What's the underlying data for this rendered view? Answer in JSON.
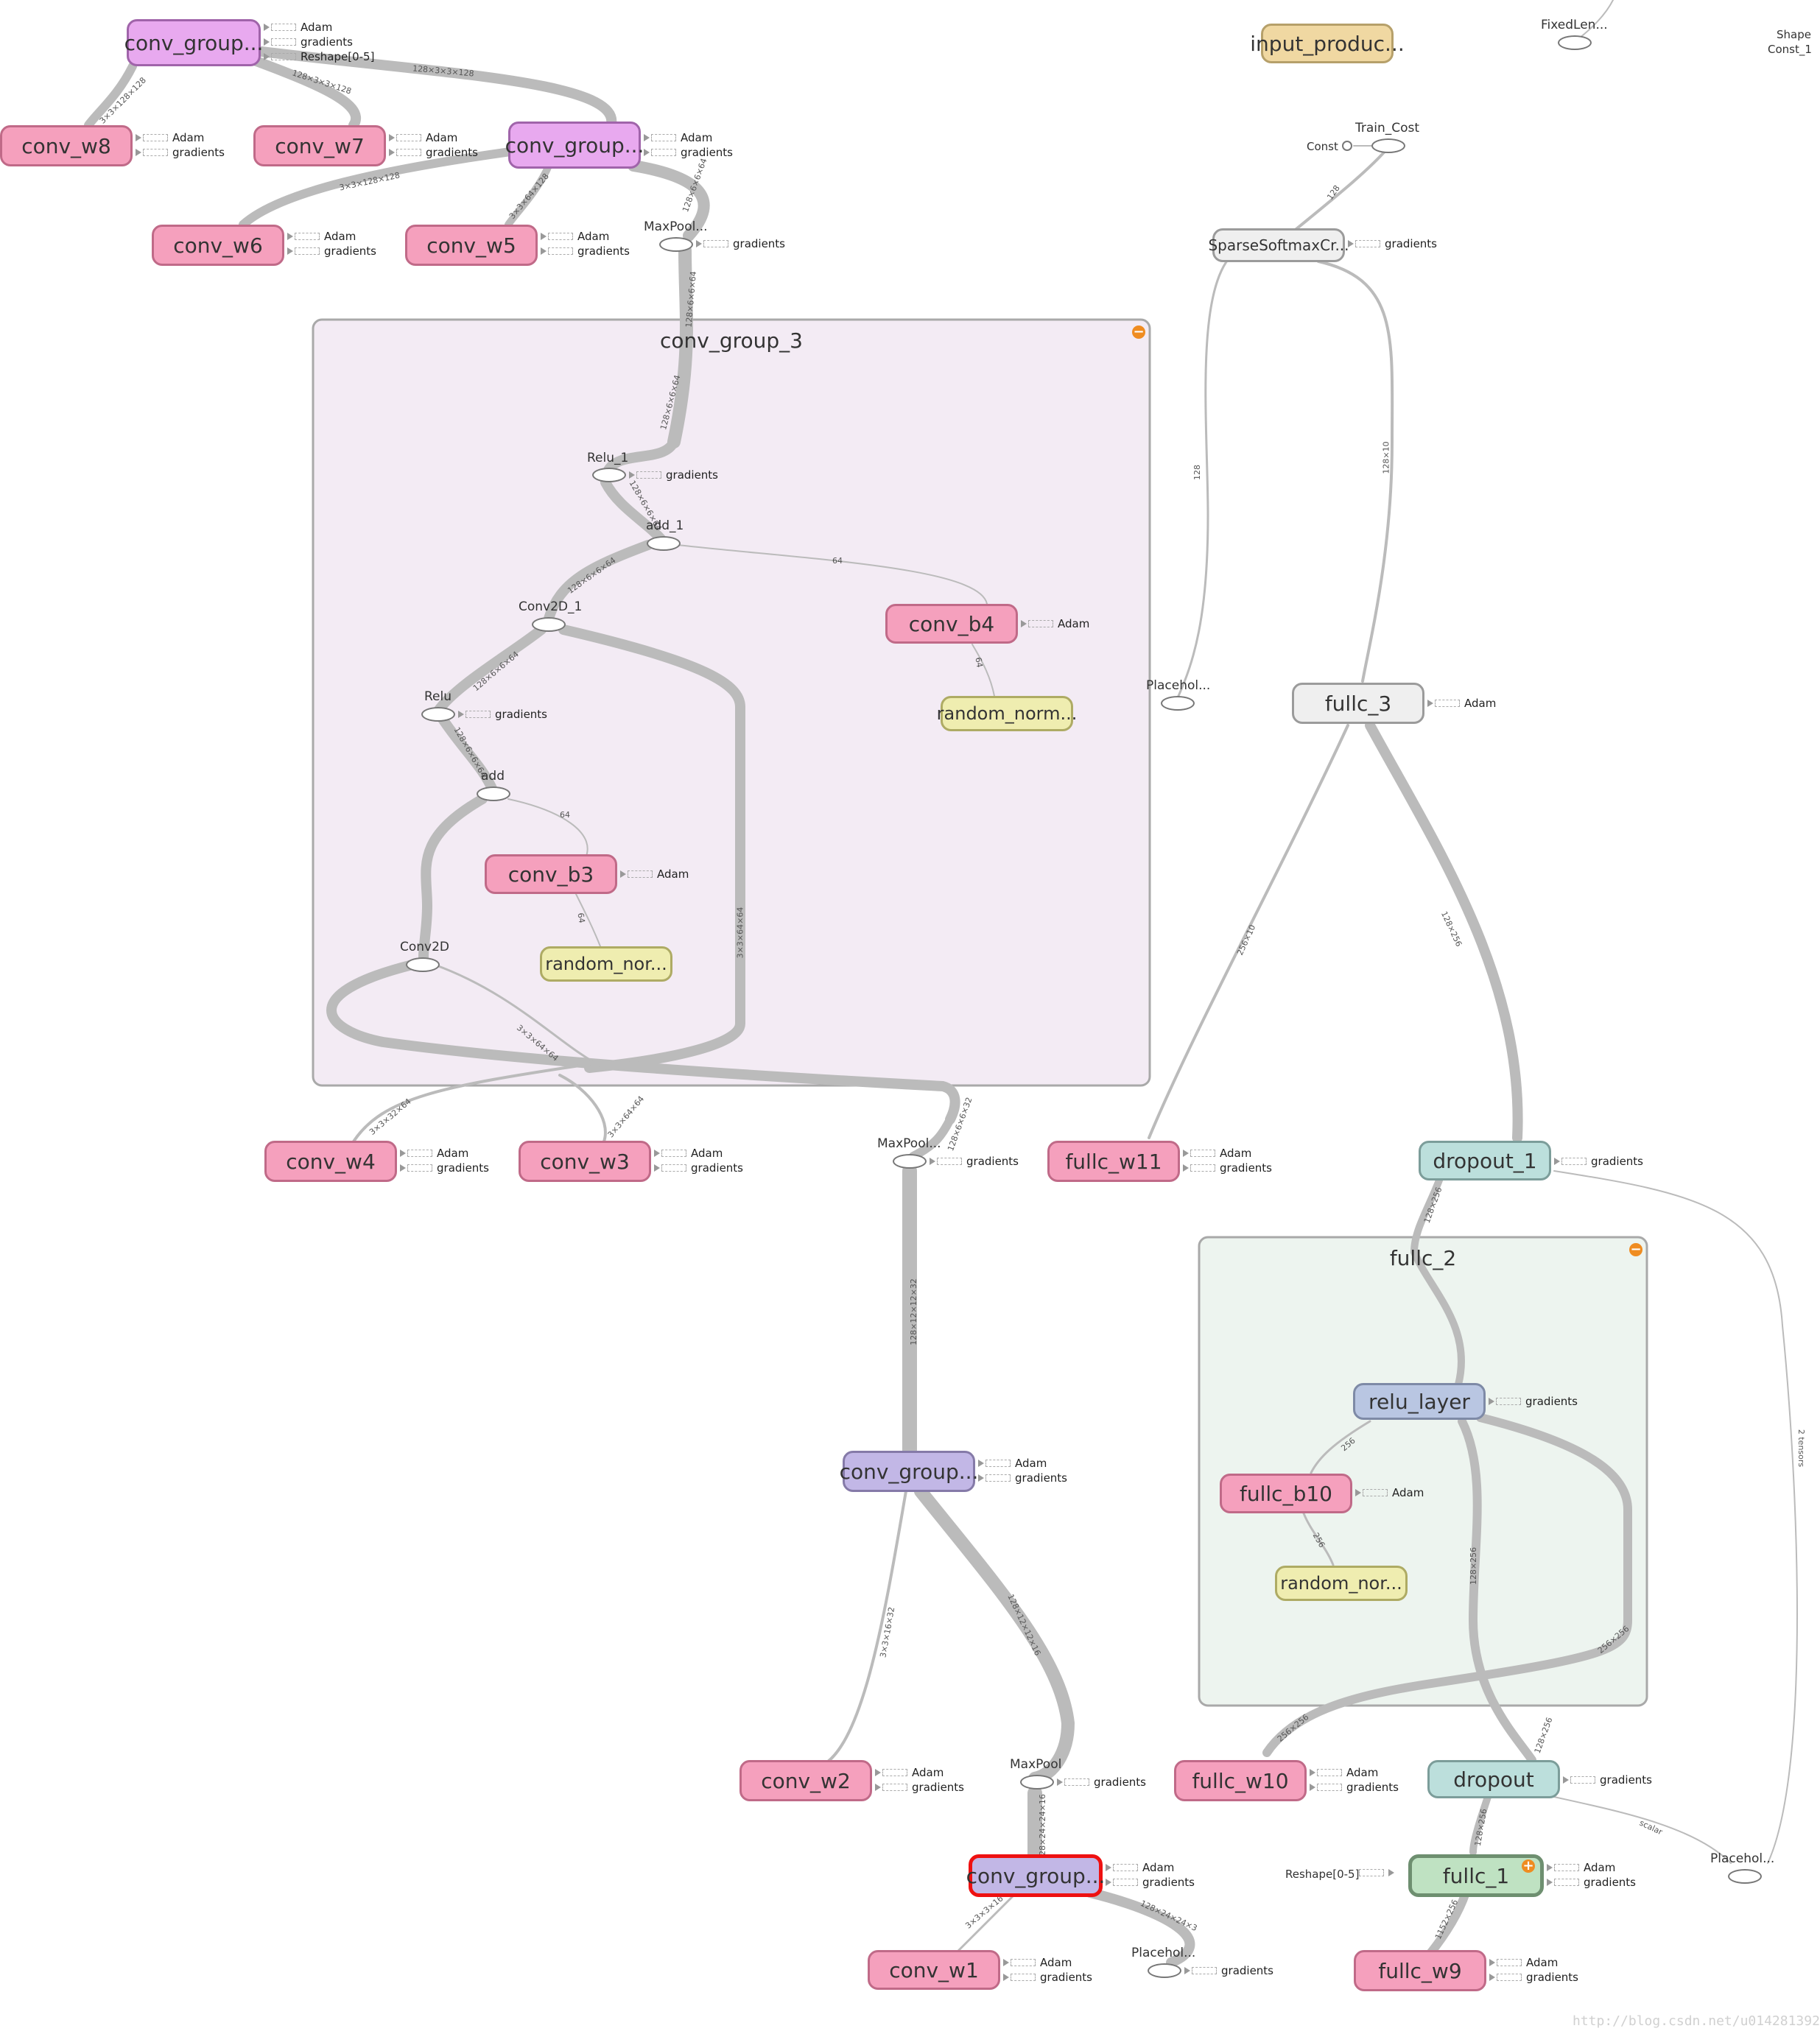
{
  "groups": {
    "conv_group_3": {
      "title": "conv_group_3",
      "control": "−"
    },
    "fullc_2": {
      "title": "fullc_2",
      "control": "−"
    }
  },
  "nodes": {
    "conv_group_top": "conv_group...",
    "conv_w8": "conv_w8",
    "conv_w7": "conv_w7",
    "conv_group_mid": "conv_group...",
    "conv_w6": "conv_w6",
    "conv_w5": "conv_w5",
    "input_producer": "input_produc...",
    "sparse_softmax": "SparseSoftmaxCr...",
    "conv_b4": "conv_b4",
    "random_norm_b4": "random_norm...",
    "conv_b3": "conv_b3",
    "random_nor_b3": "random_nor...",
    "fullc_3": "fullc_3",
    "conv_w4": "conv_w4",
    "conv_w3": "conv_w3",
    "fullc_w11": "fullc_w11",
    "dropout_1": "dropout_1",
    "relu_layer": "relu_layer",
    "fullc_b10": "fullc_b10",
    "random_nor_b10": "random_nor...",
    "conv_group_2": "conv_group...",
    "conv_w2": "conv_w2",
    "fullc_w10": "fullc_w10",
    "dropout": "dropout",
    "conv_group_1": "conv_group...",
    "fullc_1": "fullc_1",
    "conv_w1": "conv_w1",
    "fullc_w9": "fullc_w9"
  },
  "ops": {
    "fixed_len": "FixedLen...",
    "shape": "Shape",
    "const_1": "Const_1",
    "train_cost": "Train_Cost",
    "const": "Const",
    "maxpool_top": "MaxPool...",
    "relu_1": "Relu_1",
    "add_1": "add_1",
    "conv2d_1": "Conv2D_1",
    "relu": "Relu",
    "add": "add",
    "conv2d": "Conv2D",
    "placeholder_top": "Placehol...",
    "maxpool_mid": "MaxPool...",
    "maxpool": "MaxPool",
    "placeholder_right": "Placehol...",
    "placeholder_bottom": "Placehol...",
    "reshape_fullc1": "Reshape[0-5]"
  },
  "aux": {
    "adam": "Adam",
    "gradients": "gradients",
    "reshape": "Reshape[0-5]"
  },
  "edge_labels": {
    "e1": "3×3×128×128",
    "e2": "128×3×3×128",
    "e3": "128×3×3×128",
    "e4": "3×3×128×128",
    "e5": "3×3×64×128",
    "e6": "128×6×6×64",
    "e7": "128×6×6×64",
    "e8": "128×6×6×64",
    "e9": "128×6×6×64",
    "e10": "64",
    "e11": "128×6×6×64",
    "e12": "128×6×6×64",
    "e13": "64",
    "e14": "128×6×6×64",
    "e15": "64",
    "e16": "64",
    "e17": "3×3×64×64",
    "e18": "3×3×64×64",
    "e19": "3×3×32×64",
    "e20": "3×3×64×64",
    "e21": "128×6×6×32",
    "e22": "128×12×12×32",
    "e23": "3×3×16×32",
    "e24": "128×12×12×16",
    "e25": "128×24×24×16",
    "e26": "3×3×3×16",
    "e27": "128×24×24×3",
    "e28": "128",
    "e29": "128×10",
    "e30": "256×10",
    "e31": "128×256",
    "e32": "128×256",
    "e33": "256",
    "e34": "256",
    "e35": "128×256",
    "e36": "256×256",
    "e37": "256×256",
    "e38": "128×256",
    "e39": "128×256",
    "e40": "1152×256",
    "e41": "2 tensors",
    "e42": "scalar",
    "e43": "128"
  },
  "watermark": "http://blog.csdn.net/u014281392"
}
